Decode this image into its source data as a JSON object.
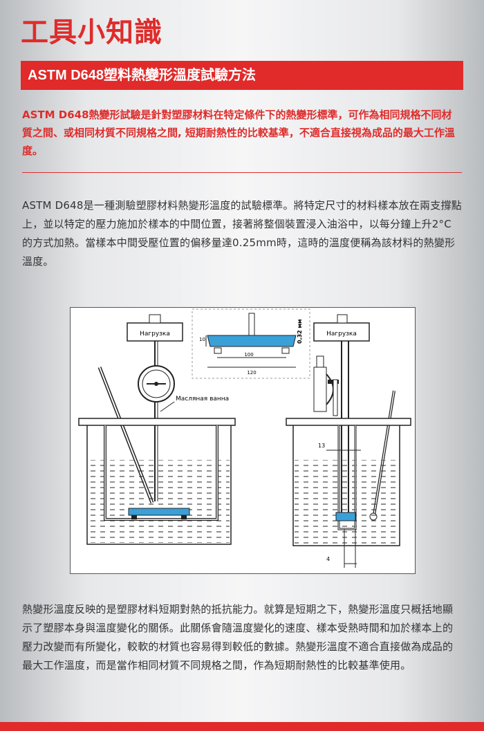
{
  "header": {
    "brand": "工具小知識",
    "title": "ASTM D648塑料熱變形溫度試驗方法"
  },
  "intro": "ASTM D648熱變形試驗是針對塑膠材料在特定條件下的熱變形標準，可作為相同規格不同材質之間、或相同材質不同規格之間, 短期耐熱性的比較基準，不適合直接視為成品的最大工作溫度。",
  "paragraph1": "ASTM D648是一種測驗塑膠材料熱變形溫度的試驗標準。將特定尺寸的材料樣本放在兩支撐點上，並以特定的壓力施加於樣本的中間位置，接著將整個裝置浸入油浴中，以每分鐘上升2°C的方式加熱。當樣本中間受壓位置的偏移量達0.25mm時，這時的溫度便稱為該材料的熱變形溫度。",
  "figure": {
    "load_label_left": "Нагрузка",
    "load_label_right": "Нагрузка",
    "oil_bath_label": "Масляная ванна",
    "dim_10": "10",
    "dim_100": "100",
    "dim_120": "120",
    "dim_032": "0,32 мм",
    "dim_13": "13",
    "dim_4": "4",
    "specimen_color": "#3aa0d8"
  },
  "paragraph2": "熱變形溫度反映的是塑膠材料短期對熱的抵抗能力。就算是短期之下，熱變形溫度只概括地顯示了塑膠本身與溫度變化的關係。此關係會隨溫度變化的速度、樣本受熱時間和加於樣本上的壓力改變而有所變化，較軟的材質也容易得到較低的數據。熱變形溫度不適合直接做為成品的最大工作溫度，而是當作相同材質不同規格之間，作為短期耐熱性的比較基準使用。",
  "colors": {
    "accent": "#e12a2a",
    "text": "#333333"
  }
}
